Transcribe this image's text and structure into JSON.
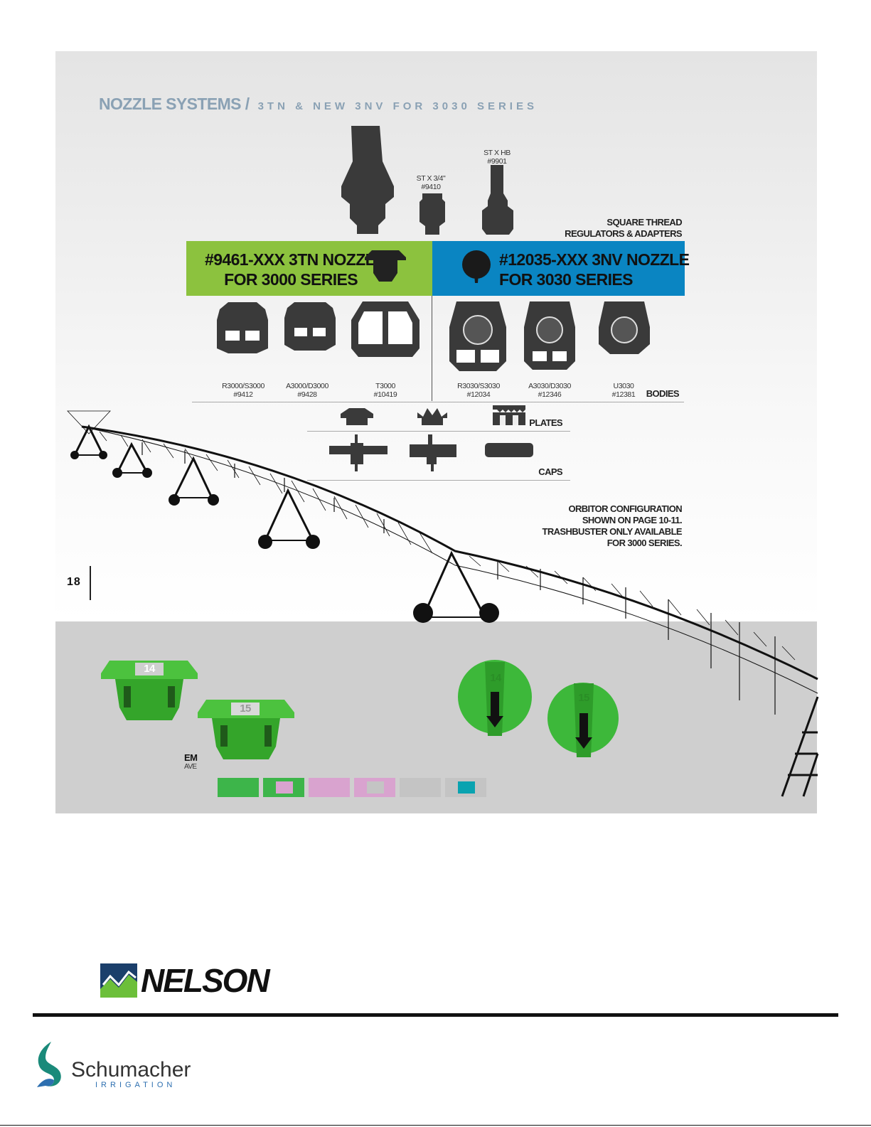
{
  "header": {
    "title": "NOZZLE SYSTEMS",
    "separator": "/",
    "subtitle": "3TN & NEW 3NV FOR 3030 SERIES"
  },
  "regulators": {
    "st_34_line1": "ST X 3/4\"",
    "st_34_line2": "#9410",
    "st_hb_line1": "ST X HB",
    "st_hb_line2": "#9901",
    "label_line1": "SQUARE THREAD",
    "label_line2": "REGULATORS & ADAPTERS"
  },
  "bands": {
    "green_line1": "#9461-XXX 3TN NOZZLE",
    "green_line2": "FOR 3000 SERIES",
    "blue_line1": "#12035-XXX 3NV NOZZLE",
    "blue_line2": "FOR 3030 SERIES"
  },
  "bodies": {
    "items": [
      {
        "name": "R3000/S3000",
        "part": "#9412"
      },
      {
        "name": "A3000/D3000",
        "part": "#9428"
      },
      {
        "name": "T3000",
        "part": "#10419"
      },
      {
        "name": "R3030/S3030",
        "part": "#12034"
      },
      {
        "name": "A3030/D3030",
        "part": "#12346"
      },
      {
        "name": "U3030",
        "part": "#12381"
      }
    ],
    "label": "BODIES"
  },
  "plates_label": "PLATES",
  "caps_label": "CAPS",
  "note": {
    "line1": "ORBITOR CONFIGURATION",
    "line2": "SHOWN ON PAGE 10-11.",
    "line3": "TRASHBUSTER ONLY AVAILABLE",
    "line4": "FOR 3000 SERIES."
  },
  "page_number": "18",
  "nozzle_sizes": {
    "left_a": "14",
    "left_b": "15",
    "right_a": "14",
    "right_b": "15"
  },
  "lower_label_line1": "EM",
  "lower_label_line2": "AVE",
  "swatches": [
    {
      "outer": "#3db54a",
      "inner": ""
    },
    {
      "outer": "#3db54a",
      "inner": "#d9a3cf"
    },
    {
      "outer": "#d9a3cf",
      "inner": ""
    },
    {
      "outer": "#d9a3cf",
      "inner": "#c4c4c4"
    },
    {
      "outer": "#c4c4c4",
      "inner": ""
    },
    {
      "outer": "#c4c4c4",
      "inner": "#0aa3b0"
    }
  ],
  "logos": {
    "nelson": "NELSON",
    "schumacher_line1": "Schumacher",
    "schumacher_line2": "IRRIGATION"
  },
  "colors": {
    "green_band": "#8cc23e",
    "blue_band": "#0a85c2",
    "nozzle_green": "#3db83a",
    "title_blue": "#8aa1b4"
  }
}
